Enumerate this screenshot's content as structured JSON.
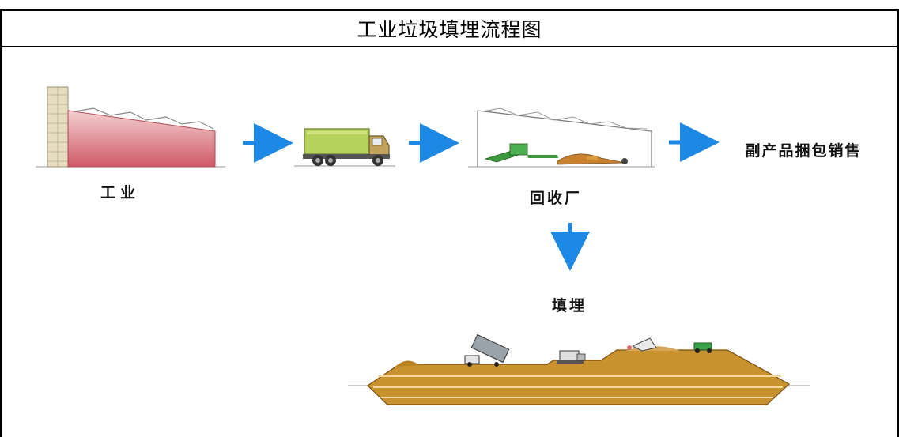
{
  "title": "工业垃圾填埋流程图",
  "nodes": {
    "industry": "工业",
    "recycling": "回收厂",
    "byproduct": "副产品捆包销售",
    "landfill": "填埋"
  },
  "colors": {
    "arrow": "#1e88e5",
    "factory_fill": "#d8747c",
    "truck_cargo": "#b5d35a",
    "soil": "#c8922f"
  }
}
